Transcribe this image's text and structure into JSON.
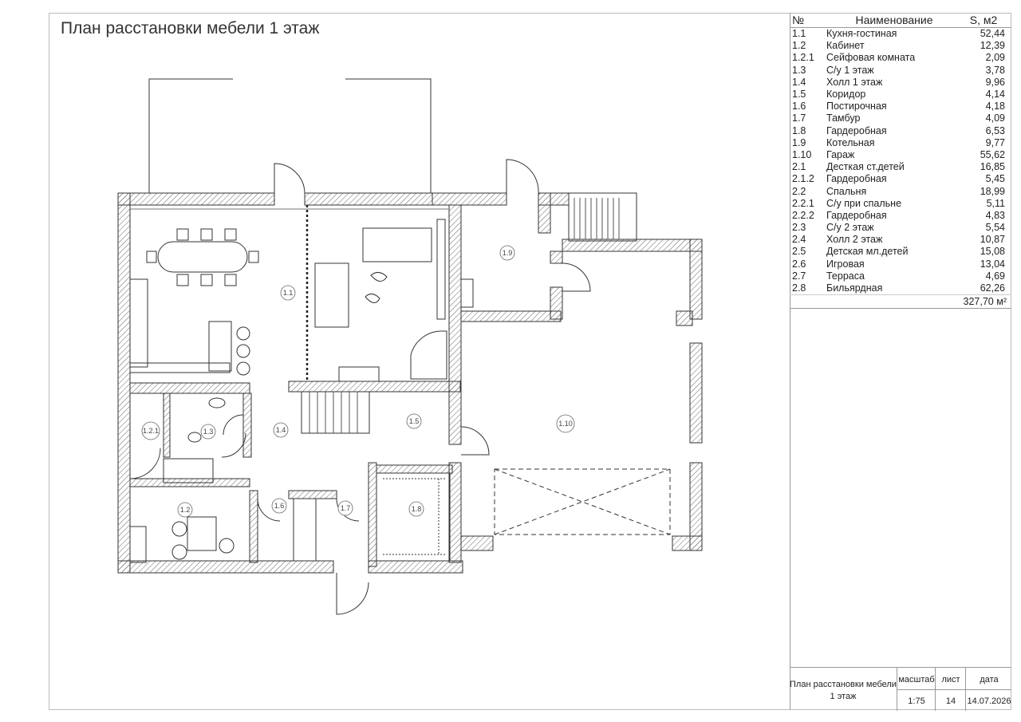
{
  "title": "План расстановки мебели 1 этаж",
  "spec": {
    "headers": {
      "no": "№",
      "name": "Наименование",
      "area": "S, м2"
    },
    "rows": [
      {
        "no": "1.1",
        "name": "Кухня-гостиная",
        "area": "52,44"
      },
      {
        "no": "1.2",
        "name": "Кабинет",
        "area": "12,39"
      },
      {
        "no": "1.2.1",
        "name": "Сейфовая комната",
        "area": "2,09"
      },
      {
        "no": "1.3",
        "name": "С/у 1 этаж",
        "area": "3,78"
      },
      {
        "no": "1.4",
        "name": "Холл 1 этаж",
        "area": "9,96"
      },
      {
        "no": "1.5",
        "name": "Коридор",
        "area": "4,14"
      },
      {
        "no": "1.6",
        "name": "Постирочная",
        "area": "4,18"
      },
      {
        "no": "1.7",
        "name": "Тамбур",
        "area": "4,09"
      },
      {
        "no": "1.8",
        "name": "Гардеробная",
        "area": "6,53"
      },
      {
        "no": "1.9",
        "name": "Котельная",
        "area": "9,77"
      },
      {
        "no": "1.10",
        "name": "Гараж",
        "area": "55,62"
      },
      {
        "no": "2.1",
        "name": "Десткая ст.детей",
        "area": "16,85"
      },
      {
        "no": "2.1.2",
        "name": "Гардеробная",
        "area": "5,45"
      },
      {
        "no": "2.2",
        "name": "Спальня",
        "area": "18,99"
      },
      {
        "no": "2.2.1",
        "name": "С/у при спальне",
        "area": "5,11"
      },
      {
        "no": "2.2.2",
        "name": "Гардеробная",
        "area": "4,83"
      },
      {
        "no": "2.3",
        "name": "С/у 2 этаж",
        "area": "5,54"
      },
      {
        "no": "2.4",
        "name": "Холл 2 этаж",
        "area": "10,87"
      },
      {
        "no": "2.5",
        "name": "Детская мл.детей",
        "area": "15,08"
      },
      {
        "no": "2.6",
        "name": "Игровая",
        "area": "13,04"
      },
      {
        "no": "2.7",
        "name": "Терраса",
        "area": "4,69"
      },
      {
        "no": "2.8",
        "name": "Бильярдная",
        "area": "62,26"
      }
    ],
    "total": "327,70 м²"
  },
  "stamp": {
    "sheet_name": "План расстановки мебели 1 этаж",
    "scale_label": "масштаб",
    "scale_value": "1:75",
    "sheet_label": "лист",
    "sheet_value": "14",
    "date_label": "дата",
    "date_value": "14.07.2026"
  },
  "rooms": {
    "r1_1": "1.1",
    "r1_2": "1.2",
    "r1_2_1": "1.2.1",
    "r1_3": "1.3",
    "r1_4": "1.4",
    "r1_5": "1.5",
    "r1_6": "1.6",
    "r1_7": "1.7",
    "r1_8": "1.8",
    "r1_9": "1.9",
    "r1_10": "1.10"
  },
  "colors": {
    "wall_hatch": "#555555",
    "line": "#333333"
  }
}
